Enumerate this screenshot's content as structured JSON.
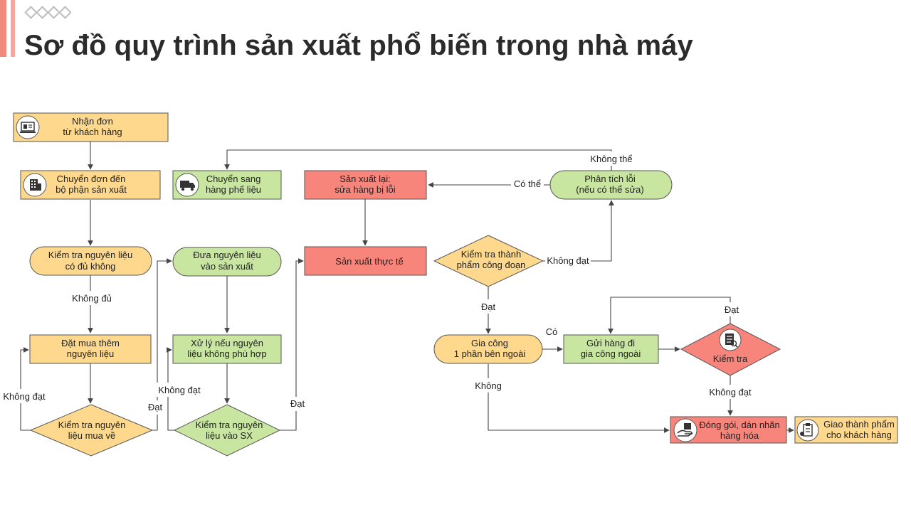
{
  "page": {
    "title": "Sơ đồ quy trình sản xuất phổ biến trong nhà máy"
  },
  "colors": {
    "yellow": "#fed88d",
    "green": "#c8e6a0",
    "red": "#f8857b",
    "accent": "#f08a7d",
    "stroke": "#444444"
  },
  "nodes": {
    "n1": {
      "lines": [
        "Nhận đơn",
        "từ khách hàng"
      ],
      "icon": "monitor-icon"
    },
    "n2": {
      "lines": [
        "Chuyển đơn đến",
        "bộ phận sản xuất"
      ],
      "icon": "building-icon"
    },
    "n3": {
      "lines": [
        "Kiểm tra nguyên liệu",
        "có đủ không"
      ]
    },
    "n4": {
      "lines": [
        "Đặt mua thêm",
        "nguyên liệu"
      ]
    },
    "n5": {
      "lines": [
        "Kiểm tra nguyên",
        "liệu mua về"
      ]
    },
    "n6": {
      "lines": [
        "Chuyển sang",
        "hàng phế liệu"
      ],
      "icon": "truck-icon"
    },
    "n7": {
      "lines": [
        "Đưa nguyên liệu",
        "vào sản xuất"
      ]
    },
    "n8": {
      "lines": [
        "Xử lý nếu nguyên",
        "liệu không phù hợp"
      ]
    },
    "n9": {
      "lines": [
        "Kiểm tra nguyên",
        "liệu vào SX"
      ]
    },
    "n10": {
      "lines": [
        "Sản xuất lại:",
        "sửa hàng bị lỗi"
      ]
    },
    "n11": {
      "lines": [
        "Sản xuất thực tế"
      ]
    },
    "n12": {
      "lines": [
        "Kiểm tra thành",
        "phẩm công đoạn"
      ]
    },
    "n13": {
      "lines": [
        "Phân tích lỗi",
        "(nếu có thể sửa)"
      ]
    },
    "n14": {
      "lines": [
        "Gia công",
        "1 phần bên ngoài"
      ]
    },
    "n15": {
      "lines": [
        "Gửi hàng đi",
        "gia công ngoài"
      ]
    },
    "n16": {
      "lines": [
        "Kiểm tra"
      ],
      "icon": "checklist-icon"
    },
    "n17": {
      "lines": [
        "Đóng gói, dán nhãn",
        "hàng hóa"
      ],
      "icon": "package-hand-icon"
    },
    "n18": {
      "lines": [
        "Giao thành phẩm",
        "cho khách hàng"
      ],
      "icon": "clipboard-icon"
    }
  },
  "edge_labels": {
    "khong_du": "Không đủ",
    "khong_dat_left": "Không đạt",
    "dat_1": "Đạt",
    "khong_dat_mid": "Không đạt",
    "dat_2": "Đạt",
    "khong_the": "Không thể",
    "co_the": "Có thể",
    "khong_dat_right": "Không đạt",
    "dat_3": "Đạt",
    "co": "Có",
    "khong": "Không",
    "dat_4": "Đạt",
    "khong_dat_bottom": "Không đạt"
  }
}
